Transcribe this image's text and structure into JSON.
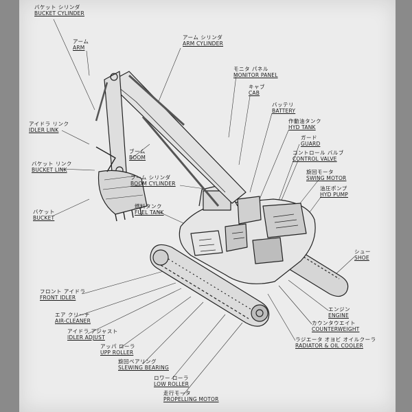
{
  "labels": {
    "bucket_cylinder": {
      "jp": "バケット シリンダ",
      "en": "BUCKET CYLINDER"
    },
    "arm": {
      "jp": "アーム",
      "en": "ARM"
    },
    "arm_cylinder": {
      "jp": "アーム シリンダ",
      "en": "ARM CYLINDER"
    },
    "monitor_panel": {
      "jp": "モニタ パネル",
      "en": "MONITOR PANEL"
    },
    "cab": {
      "jp": "キャブ",
      "en": "CAB"
    },
    "battery": {
      "jp": "バッテリ",
      "en": "BATTERY"
    },
    "hyd_tank": {
      "jp": "作動油タンク",
      "en": "HYD TANK"
    },
    "guard": {
      "jp": "ガード",
      "en": "GUARD"
    },
    "control_valve": {
      "jp": "コントロール バルブ",
      "en": "CONTROL VALVE"
    },
    "swing_motor": {
      "jp": "旋回モータ",
      "en": "SWING MOTOR"
    },
    "hyd_pump": {
      "jp": "油圧ポンプ",
      "en": "HYD PUMP"
    },
    "idler_link": {
      "jp": "アイドラ リンク",
      "en": "IDLER LINK"
    },
    "boom": {
      "jp": "ブーム",
      "en": "BOOM"
    },
    "bucket_link": {
      "jp": "バケット リンク",
      "en": "BUCKET LINK"
    },
    "boom_cylinder": {
      "jp": "ブーム シリンダ",
      "en": "BOOM CYLINDER"
    },
    "bucket": {
      "jp": "バケット",
      "en": "BUCKET"
    },
    "fuel_tank": {
      "jp": "燃料タンク",
      "en": "FUEL TANK"
    },
    "shoe": {
      "jp": "シュー",
      "en": "SHOE"
    },
    "front_idler": {
      "jp": "フロント アイドラ",
      "en": "FRONT IDLER"
    },
    "air_cleaner": {
      "jp": "エア クリーナ",
      "en": "AIR-CLEANER"
    },
    "idler_adjust": {
      "jp": "アイドラ アジャスト",
      "en": "IDLER ADJUST"
    },
    "upp_roller": {
      "jp": "アッパ ローラ",
      "en": "UPP ROLLER"
    },
    "slewing_bearing": {
      "jp": "旋回ベアリング",
      "en": "SLEWING BEARING"
    },
    "low_roller": {
      "jp": "ロワー ローラ",
      "en": "LOW ROLLER"
    },
    "propelling_motor": {
      "jp": "走行モータ",
      "en": "PROPELLING MOTOR"
    },
    "engine": {
      "jp": "エンジン",
      "en": "ENGINE"
    },
    "counterweight": {
      "jp": "カウンタウエイト",
      "en": "COUNTERWEIGHT"
    },
    "radiator_oil_cooler": {
      "jp": "ラジエータ オヨビ オイルクーラ",
      "en": "RADIATOR & OIL COOLER"
    }
  },
  "colors": {
    "paper": "#ececec",
    "ink": "#1a1a1a",
    "background": "#8a8a8a"
  }
}
